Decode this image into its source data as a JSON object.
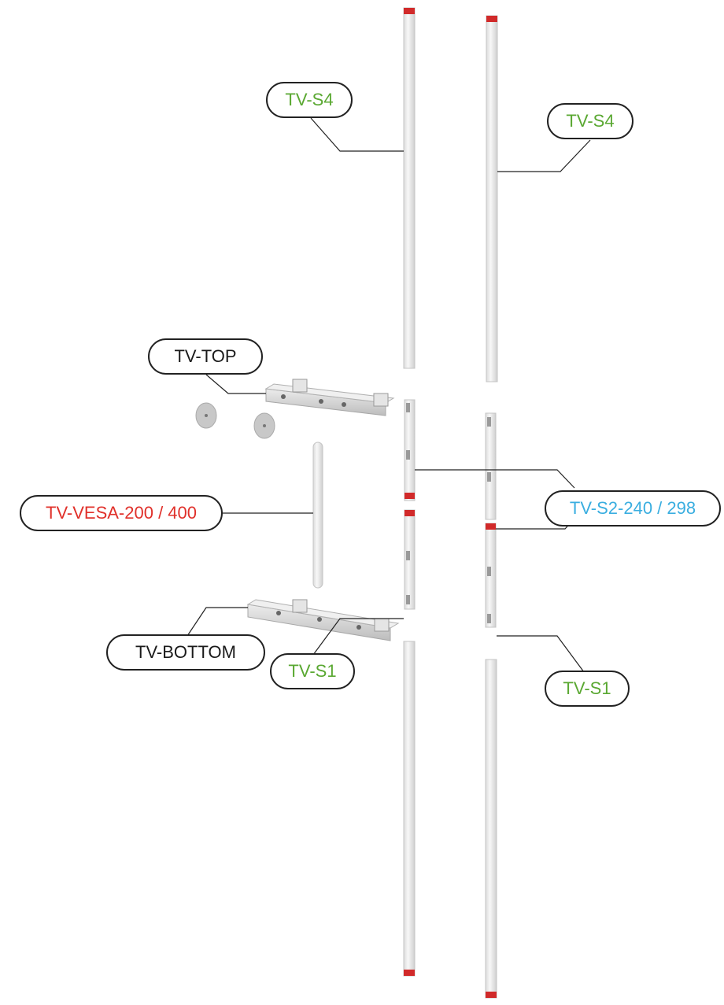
{
  "labels": {
    "s4_left": {
      "text": "TV-S4",
      "color": "#5aa832"
    },
    "s4_right": {
      "text": "TV-S4",
      "color": "#5aa832"
    },
    "top": {
      "text": "TV-TOP",
      "color": "#1a1a1a"
    },
    "vesa": {
      "text": "TV-VESA-200 / 400",
      "color": "#e0302a"
    },
    "s2": {
      "text": "TV-S2-240 / 298",
      "color": "#3aaee0"
    },
    "bottom": {
      "text": "TV-BOTTOM",
      "color": "#1a1a1a"
    },
    "s1_left": {
      "text": "TV-S1",
      "color": "#5aa832"
    },
    "s1_right": {
      "text": "TV-S1",
      "color": "#5aa832"
    }
  },
  "colors": {
    "pole": "#eeeeee",
    "pole_edge": "#c4c4c4",
    "end_cap": "#d12a2a",
    "bracket": "#d9d9d9",
    "disc": "#c8c8c8",
    "leader": "#222222"
  }
}
